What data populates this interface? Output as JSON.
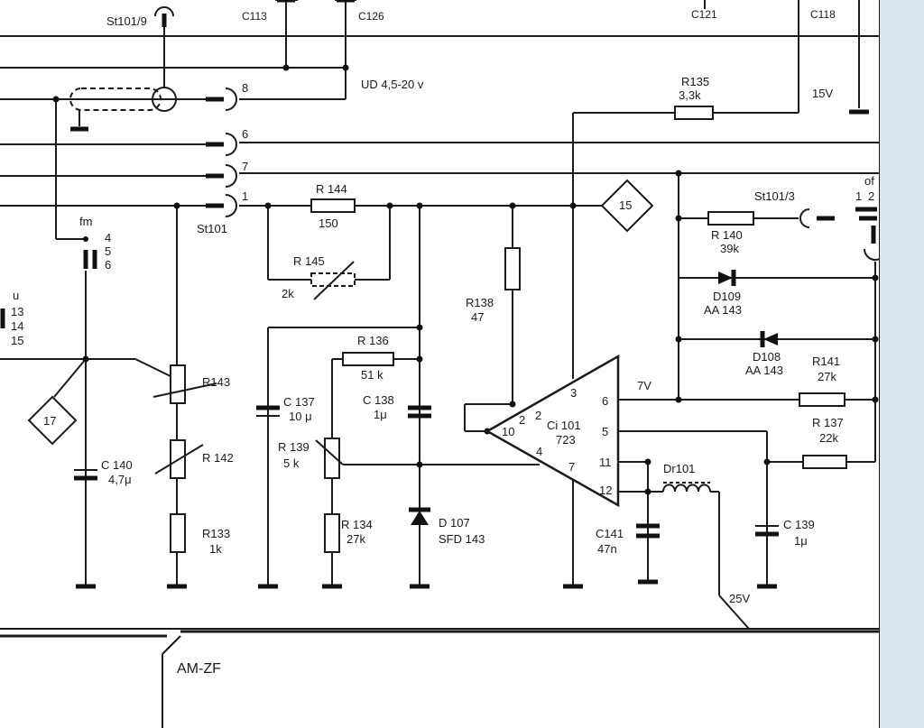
{
  "labels": {
    "st101_9": "St101/9",
    "c113": "C113",
    "c126": "C126",
    "c121": "C121",
    "c118": "C118",
    "ud_range": "UD 4,5-20 v",
    "r135_name": "R135",
    "r135_val": "3,3k",
    "v15": "15V",
    "pin8": "8",
    "pin6": "6",
    "pin7": "7",
    "pin1": "1",
    "st101": "St101",
    "r144_name": "R 144",
    "r144_val": "150",
    "node15": "15",
    "st101_3": "St101/3",
    "of": "of",
    "sw1": "1",
    "sw2": "2",
    "fm": "fm",
    "fm4": "4",
    "fm5": "5",
    "fm6": "6",
    "am_u": "u",
    "am13": "13",
    "am14": "14",
    "am15": "15",
    "r145_name": "R 145",
    "r145_val": "2k",
    "r140_name": "R 140",
    "r140_val": "39k",
    "r138_name": "R138",
    "r138_val": "47",
    "d109_name": "D109",
    "d109_val": "AA 143",
    "r136_name": "R 136",
    "r136_val": "51 k",
    "d108_name": "D108",
    "d108_val": "AA 143",
    "r141_name": "R141",
    "r141_val": "27k",
    "r143_name": "R143",
    "node17": "17",
    "c137_name": "C 137",
    "c137_val": "10 μ",
    "c138_name": "C 138",
    "c138_val": "1μ",
    "v7": "7V",
    "ic_name": "Ci 101",
    "ic_val": "723",
    "ic_p3": "3",
    "ic_p2a": "2",
    "ic_p2b": "2",
    "ic_p10": "10",
    "ic_p4": "4",
    "ic_p7": "7",
    "ic_p6": "6",
    "ic_p5": "5",
    "ic_p11": "11",
    "ic_p12": "12",
    "r137_name": "R 137",
    "r137_val": "22k",
    "c140_name": "C 140",
    "c140_val": "4,7μ",
    "r142_name": "R 142",
    "r139_name": "R 139",
    "r139_val": "5 k",
    "dr101": "Dr101",
    "r133_name": "R133",
    "r133_val": "1k",
    "r134_name": "R 134",
    "r134_val": "27k",
    "d107_name": "D 107",
    "d107_val": "SFD 143",
    "c141_name": "C141",
    "c141_val": "47n",
    "c139_name": "C 139",
    "c139_val": "1μ",
    "v25": "25V",
    "am_zf": "AM-ZF"
  }
}
